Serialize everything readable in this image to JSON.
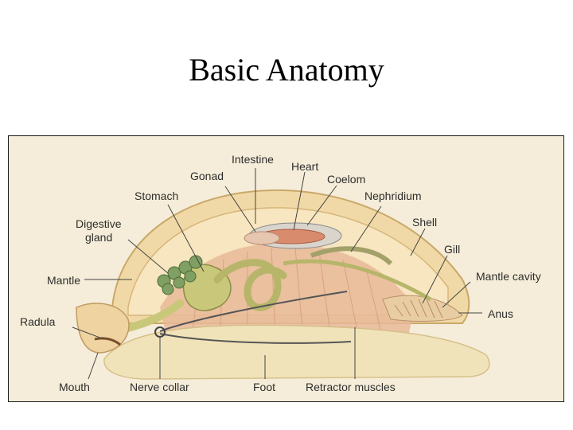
{
  "slide": {
    "title": "Basic Anatomy"
  },
  "diagram": {
    "labels": {
      "intestine": "Intestine",
      "heart": "Heart",
      "gonad": "Gonad",
      "coelom": "Coelom",
      "stomach": "Stomach",
      "nephridium": "Nephridium",
      "digestive_gland_line1": "Digestive",
      "digestive_gland_line2": "gland",
      "shell": "Shell",
      "gill": "Gill",
      "mantle": "Mantle",
      "mantle_cavity": "Mantle cavity",
      "anus": "Anus",
      "radula": "Radula",
      "mouth": "Mouth",
      "nerve_collar": "Nerve collar",
      "foot": "Foot",
      "retractor_muscles": "Retractor muscles"
    },
    "colors": {
      "background": "#f5edd9",
      "shell": "#f0d9a6",
      "muscle": "#e8b898",
      "gut": "#c9c77a",
      "digestive_gland": "#7f9f63",
      "heart": "#d98b6e",
      "foot": "#f1e3b9",
      "nerve": "#555555"
    }
  }
}
